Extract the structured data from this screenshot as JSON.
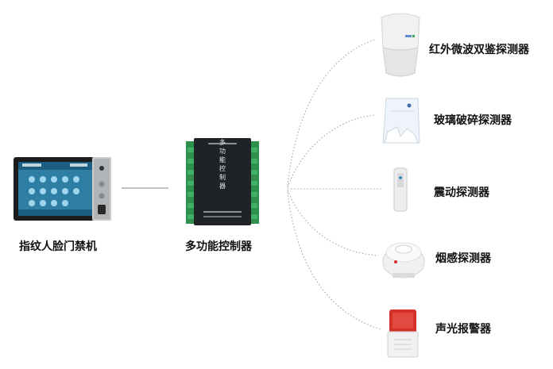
{
  "access_terminal": {
    "label": "指纹人脸门禁机"
  },
  "controller": {
    "label": "多功能控制器",
    "face_text": "多功能控制器"
  },
  "detectors": [
    {
      "icon": "pir-microwave-detector-icon",
      "label": "红外微波双鉴探测器"
    },
    {
      "icon": "glass-break-detector-icon",
      "label": "玻璃破碎探测器"
    },
    {
      "icon": "vibration-detector-icon",
      "label": "震动探测器"
    },
    {
      "icon": "smoke-detector-icon",
      "label": "烟感探测器"
    },
    {
      "icon": "strobe-siren-icon",
      "label": "声光报警器"
    }
  ],
  "colors": {
    "link_line": "#999999",
    "controller_body": "#1f2327",
    "terminal_bezel": "#1c1c1c",
    "screen": "#2f7fa5",
    "siren_red": "#d23028"
  }
}
